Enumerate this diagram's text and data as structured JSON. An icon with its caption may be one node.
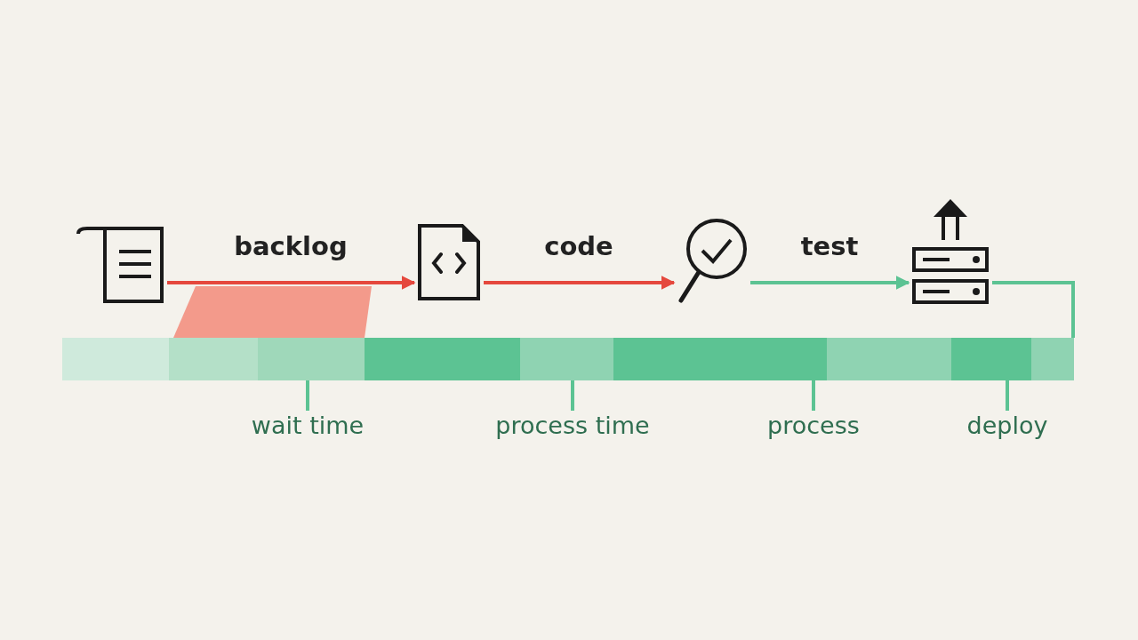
{
  "diagram": {
    "nodes": [
      {
        "text": [],
        "shape": "document"
      },
      {
        "text": [],
        "shape": "file"
      },
      {
        "text": [],
        "shape": "magnifier"
      },
      {
        "text": [],
        "shape": "server"
      },
      {
        "text": [],
        "shape": "bar"
      },
      {
        "text": [
          "wait time"
        ]
      },
      {
        "text": [
          "process time"
        ]
      },
      {
        "text": [
          "process"
        ]
      },
      {
        "text": [
          "deploy"
        ]
      },
      {
        "text": [],
        "shape": "band"
      }
    ],
    "edges": [
      {
        "from": 0,
        "to": 1,
        "arrow": "to",
        "label": "backlog",
        "color": "#e5483d"
      },
      {
        "from": 1,
        "to": 2,
        "arrow": "to",
        "label": "code",
        "color": "#e5483d"
      },
      {
        "from": 2,
        "to": 3,
        "arrow": "to",
        "label": "test"
      },
      {
        "from": 3,
        "to": 4,
        "arrow": "none"
      },
      {
        "from": 5,
        "to": 4,
        "arrow": "none"
      },
      {
        "from": 6,
        "to": 4,
        "arrow": "none"
      },
      {
        "from": 7,
        "to": 4,
        "arrow": "none"
      },
      {
        "from": 8,
        "to": 4,
        "arrow": "none"
      }
    ]
  }
}
